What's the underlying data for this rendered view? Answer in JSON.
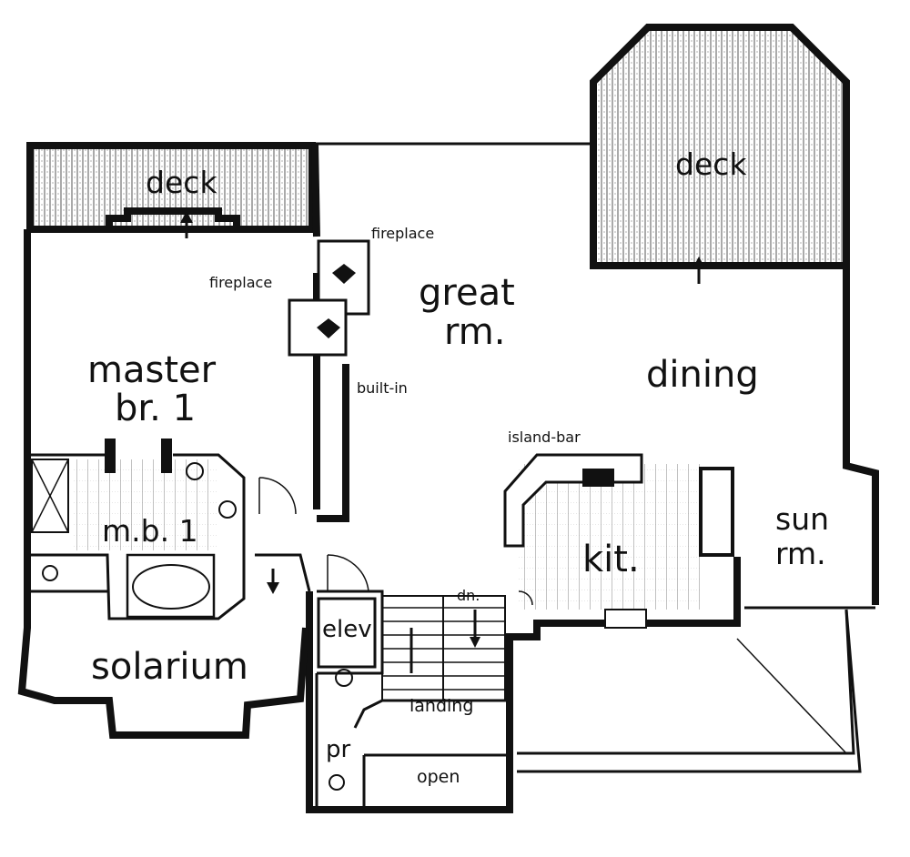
{
  "rooms": {
    "deck_left": "deck",
    "deck_right": "deck",
    "great_rm_line1": "great",
    "great_rm_line2": "rm.",
    "dining": "dining",
    "master_line1": "master",
    "master_line2": "br. 1",
    "master_bath": "m.b. 1",
    "solarium": "solarium",
    "kitchen": "kit.",
    "sun_rm_line1": "sun",
    "sun_rm_line2": "rm.",
    "elev": "elev",
    "landing": "landing",
    "powder": "pr",
    "open": "open"
  },
  "annotations": {
    "fireplace_left": "fireplace",
    "fireplace_right": "fireplace",
    "built_in": "built-in",
    "island_bar": "island-bar",
    "stair_down": "dn."
  }
}
